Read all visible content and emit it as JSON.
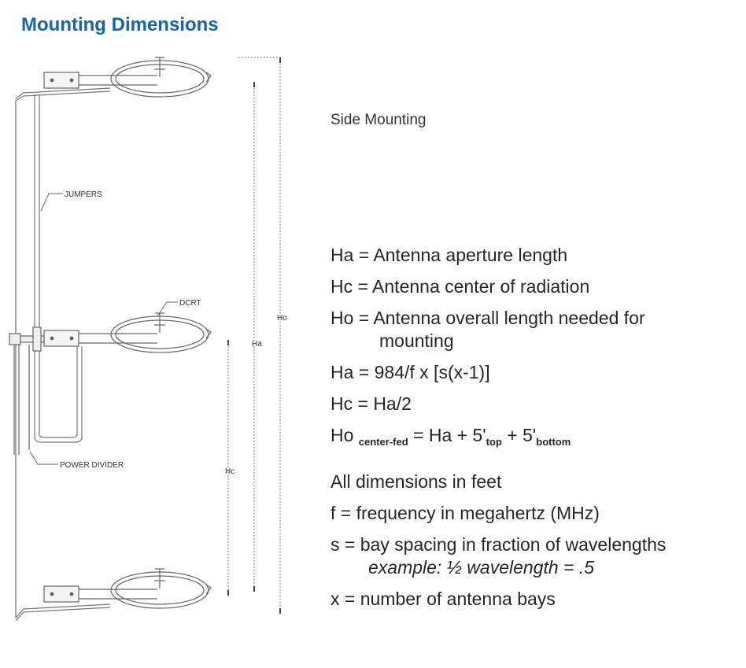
{
  "title": "Mounting Dimensions",
  "side_label": "Side Mounting",
  "diagram": {
    "labels": {
      "jumpers": "JUMPERS",
      "dcrt": "DCRT",
      "power_divider": "POWER DIVIDER",
      "ho": "Ho",
      "ha": "Ha",
      "hc": "Hc"
    }
  },
  "definitions": {
    "ha_def": "Ha = Antenna aperture length",
    "hc_def": "Hc = Antenna center of radiation",
    "ho_def": "Ho = Antenna overall length needed for",
    "ho_def_cont": "mounting",
    "ha_formula": "Ha = 984/f x [s(x-1)]",
    "hc_formula": "Hc = Ha/2",
    "ho_formula": {
      "lead": "Ho",
      "sub1": "center-fed",
      "mid": " = Ha + 5'",
      "sub2": "top",
      "mid2": " + 5'",
      "sub3": "bottom"
    },
    "units": "All dimensions in feet",
    "f_def": "f = frequency in megahertz (MHz)",
    "s_def": "s = bay spacing in fraction of wavelengths",
    "s_example": "example: ½ wavelength = .5",
    "x_def": "x = number of antenna bays"
  }
}
